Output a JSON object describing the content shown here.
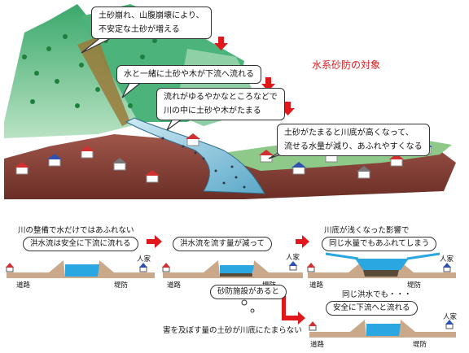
{
  "title": "水系砂防の対象",
  "callouts": {
    "c1_line1": "土砂崩れ、山腹崩壊により、",
    "c1_line2": "不安定な土砂が増える",
    "c2": "水と一緒に土砂や木が下流へ流れる",
    "c3_line1": "流れがゆるやかなところなどで",
    "c3_line2": "川の中に土砂や木がたまる",
    "c4_line1": "土砂がたまると川底が高くなって、",
    "c4_line2": "流せる水量が減り、あふれやすくなる"
  },
  "panel1": {
    "heading": "川の整備で水だけではあふれない",
    "pill": "洪水流は安全に下流に流れる",
    "road": "道路",
    "levee": "堤防",
    "house": "人家"
  },
  "panel2": {
    "pill": "洪水流を流す量が減って",
    "road": "道路",
    "levee": "堤防",
    "house": "人家"
  },
  "panel3": {
    "heading": "川底が浅くなった影響で",
    "pill": "同じ水量でもあふれてしまう",
    "road": "道路",
    "levee": "堤防",
    "house": "人家"
  },
  "panel4": {
    "heading": "同じ洪水でも・・・",
    "pill": "安全に下流へと流れる",
    "road": "道路",
    "levee": "堤防",
    "house": "人家"
  },
  "thought": "砂防施設があると",
  "bottom_note": "害を及ぼす量の土砂が川底にたまらない",
  "colors": {
    "accent": "#e0181b",
    "water": "#2aa6e0",
    "mountain": "#4fb87a",
    "soil": "#8a4a3a"
  }
}
